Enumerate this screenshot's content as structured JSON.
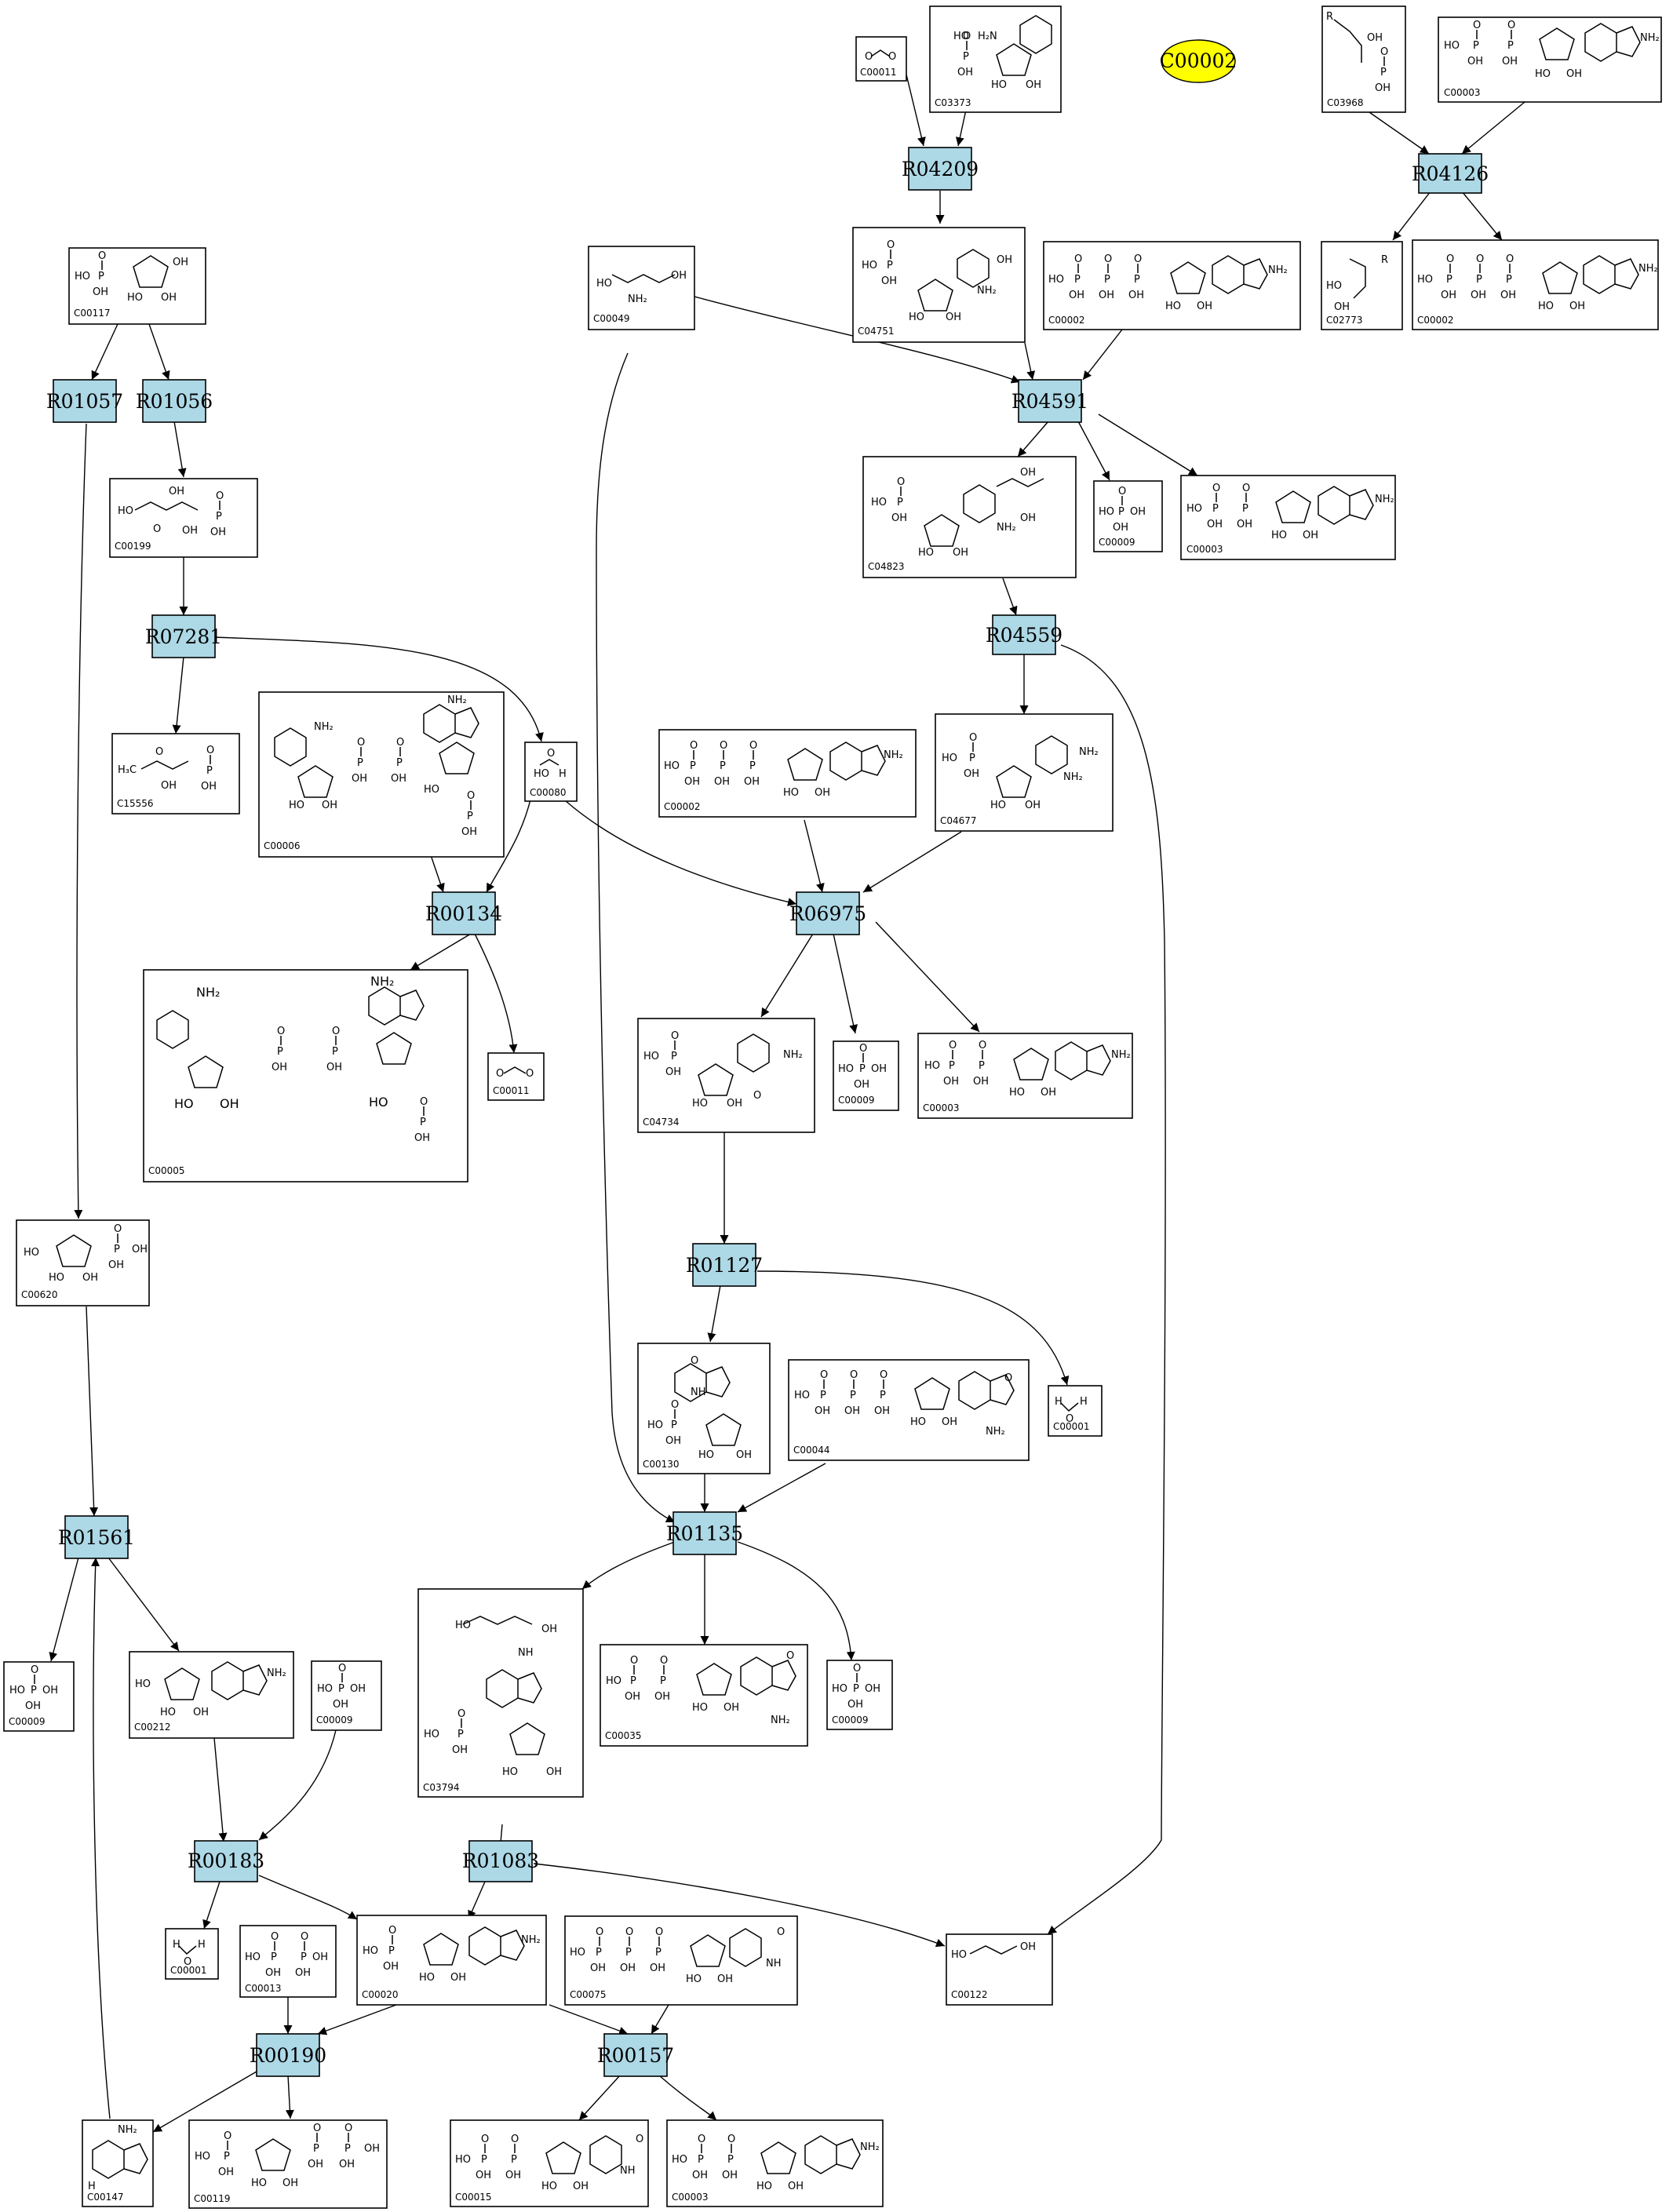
{
  "highlight": {
    "id": "C00002",
    "color": "#ffff00"
  },
  "colors": {
    "reaction_fill": "#add8e6",
    "compound_fill": "#ffffff"
  },
  "reactions": [
    "R04209",
    "R04126",
    "R01057",
    "R01056",
    "R04591",
    "R07281",
    "R04559",
    "R00134",
    "R06975",
    "R01127",
    "R01561",
    "R01135",
    "R00183",
    "R01083",
    "R00190",
    "R00157"
  ],
  "compounds": [
    "C00011",
    "C03373",
    "C03968",
    "C00003",
    "C00117",
    "C00049",
    "C04751",
    "C00002",
    "C02773",
    "C00199",
    "C04823",
    "C00009",
    "C15556",
    "C00006",
    "C00080",
    "C04677",
    "C00005",
    "C04734",
    "C00620",
    "C00130",
    "C00044",
    "C00001",
    "C00212",
    "C03794",
    "C00035",
    "C00013",
    "C00020",
    "C00075",
    "C00122",
    "C00147",
    "C00119",
    "C00015"
  ],
  "edges": [
    [
      "C00011",
      "R04209"
    ],
    [
      "C03373",
      "R04209"
    ],
    [
      "R04209",
      "C04751"
    ],
    [
      "C03968",
      "R04126"
    ],
    [
      "C00003",
      "R04126"
    ],
    [
      "R04126",
      "C02773"
    ],
    [
      "R04126",
      "C00002"
    ],
    [
      "C00117",
      "R01057"
    ],
    [
      "C00117",
      "R01056"
    ],
    [
      "R01056",
      "C00199"
    ],
    [
      "C00199",
      "R07281"
    ],
    [
      "R07281",
      "C15556"
    ],
    [
      "R07281",
      "C00080"
    ],
    [
      "C00049",
      "R04591"
    ],
    [
      "C04751",
      "R04591"
    ],
    [
      "C00002",
      "R04591"
    ],
    [
      "R04591",
      "C04823"
    ],
    [
      "R04591",
      "C00009"
    ],
    [
      "R04591",
      "C00003"
    ],
    [
      "C04823",
      "R04559"
    ],
    [
      "R04559",
      "C04677"
    ],
    [
      "R04559",
      "C00122"
    ],
    [
      "C00006",
      "R00134"
    ],
    [
      "C00080",
      "R00134"
    ],
    [
      "R00134",
      "C00005"
    ],
    [
      "R00134",
      "C00011"
    ],
    [
      "C00080",
      "R06975"
    ],
    [
      "C00002",
      "R06975"
    ],
    [
      "C04677",
      "R06975"
    ],
    [
      "R06975",
      "C04734"
    ],
    [
      "R06975",
      "C00009"
    ],
    [
      "R06975",
      "C00003"
    ],
    [
      "C04734",
      "R01127"
    ],
    [
      "R01127",
      "C00130"
    ],
    [
      "R01127",
      "C00001"
    ],
    [
      "C00130",
      "R01135"
    ],
    [
      "C00044",
      "R01135"
    ],
    [
      "C00049",
      "R01135"
    ],
    [
      "R01135",
      "C03794"
    ],
    [
      "R01135",
      "C00035"
    ],
    [
      "R01135",
      "C00009"
    ],
    [
      "R01057",
      "C00620"
    ],
    [
      "C00620",
      "R01561"
    ],
    [
      "R01561",
      "C00009"
    ],
    [
      "R01561",
      "C00212"
    ],
    [
      "C00212",
      "R00183"
    ],
    [
      "C00009",
      "R00183"
    ],
    [
      "R00183",
      "C00001"
    ],
    [
      "R00183",
      "C00020"
    ],
    [
      "C03794",
      "R01083"
    ],
    [
      "R01083",
      "C00020"
    ],
    [
      "R01083",
      "C00122"
    ],
    [
      "C00013",
      "R00190"
    ],
    [
      "C00020",
      "R00190"
    ],
    [
      "R00190",
      "C00147"
    ],
    [
      "R00190",
      "C00119"
    ],
    [
      "C00147",
      "R01561"
    ],
    [
      "C00020",
      "R00157"
    ],
    [
      "C00075",
      "R00157"
    ],
    [
      "R00157",
      "C00015"
    ],
    [
      "R00157",
      "C00003"
    ]
  ]
}
